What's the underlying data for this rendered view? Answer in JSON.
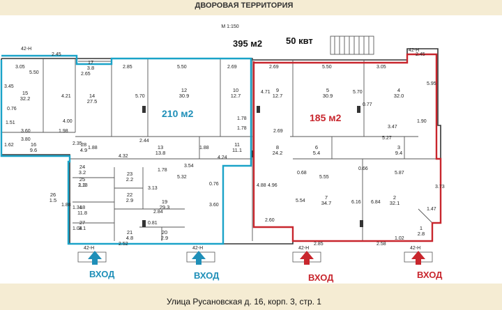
{
  "header": {
    "title": "ДВОРОВАЯ ТЕРРИТОРИЯ"
  },
  "scale": "М 1:150",
  "totals": {
    "area": "395 м2",
    "power": "50 квт"
  },
  "zones": {
    "blue_area": "210 м2",
    "red_area": "185 м2"
  },
  "entries": {
    "blue_1": "ВХОД",
    "blue_2": "ВХОД",
    "red_1": "ВХОД",
    "red_2": "ВХОД"
  },
  "entrance_marks": [
    "42-Н",
    "42-Н",
    "42-Н",
    "42-Н",
    "42-Н",
    "42-Н"
  ],
  "street": "Улица Русановская д. 16, корп. 3, стр. 1",
  "colors": {
    "blue": "#1aa3c8",
    "red": "#c8262d",
    "background": "#f5ecd3"
  },
  "rooms": [
    {
      "num": "15",
      "area": "32.2"
    },
    {
      "num": "17",
      "area": "3.8"
    },
    {
      "num": "14",
      "area": "27.5"
    },
    {
      "num": "12",
      "area": "30.9"
    },
    {
      "num": "10",
      "area": "12.7"
    },
    {
      "num": "9",
      "area": "12.7"
    },
    {
      "num": "5",
      "area": "30.9"
    },
    {
      "num": "4",
      "area": "32.0"
    },
    {
      "num": "16",
      "area": "9.6"
    },
    {
      "num": "28",
      "area": "4.9"
    },
    {
      "num": "13",
      "area": "13.8"
    },
    {
      "num": "11",
      "area": "11.1"
    },
    {
      "num": "8",
      "area": "24.2"
    },
    {
      "num": "6",
      "area": "5.4"
    },
    {
      "num": "3",
      "area": "9.4"
    },
    {
      "num": "24",
      "area": "3.2"
    },
    {
      "num": "25",
      "area": "1.3"
    },
    {
      "num": "23",
      "area": "2.2"
    },
    {
      "num": "22",
      "area": "2.9"
    },
    {
      "num": "19",
      "area": "29.3"
    },
    {
      "num": "26",
      "area": "1.5"
    },
    {
      "num": "18",
      "area": "11.8"
    },
    {
      "num": "27",
      "area": "3.1"
    },
    {
      "num": "21",
      "area": "4.8"
    },
    {
      "num": "20",
      "area": "2.9"
    },
    {
      "num": "7",
      "area": "34.7"
    },
    {
      "num": "2",
      "area": "32.1"
    },
    {
      "num": "1",
      "area": "2.8"
    }
  ],
  "dimensions": [
    "2.45",
    "3.05",
    "5.50",
    "2.65",
    "2.85",
    "5.50",
    "2.69",
    "2.69",
    "5.50",
    "3.05",
    "2.45",
    "3.45",
    "4.21",
    "5.70",
    "4.71",
    "5.70",
    "5.95",
    "0.76",
    "1.51",
    "4.00",
    "1.78",
    "0.77",
    "3.60",
    "1.98",
    "2.35",
    "1.88",
    "2.44",
    "1.88",
    "1.78",
    "2.69",
    "3.47",
    "1.90",
    "5.27",
    "3.80",
    "1.62",
    "4.32",
    "1.78",
    "3.54",
    "4.24",
    "0.68",
    "5.55",
    "0.66",
    "5.87",
    "0.76",
    "2.13",
    "5.32",
    "3.13",
    "2.84",
    "1.88",
    "0.81",
    "3.60",
    "4.88",
    "4.96",
    "5.54",
    "6.16",
    "6.84",
    "3.73",
    "1.47",
    "1.34",
    "1.04",
    "2.52",
    "2.60",
    "2.85",
    "2.58",
    "1.02"
  ]
}
